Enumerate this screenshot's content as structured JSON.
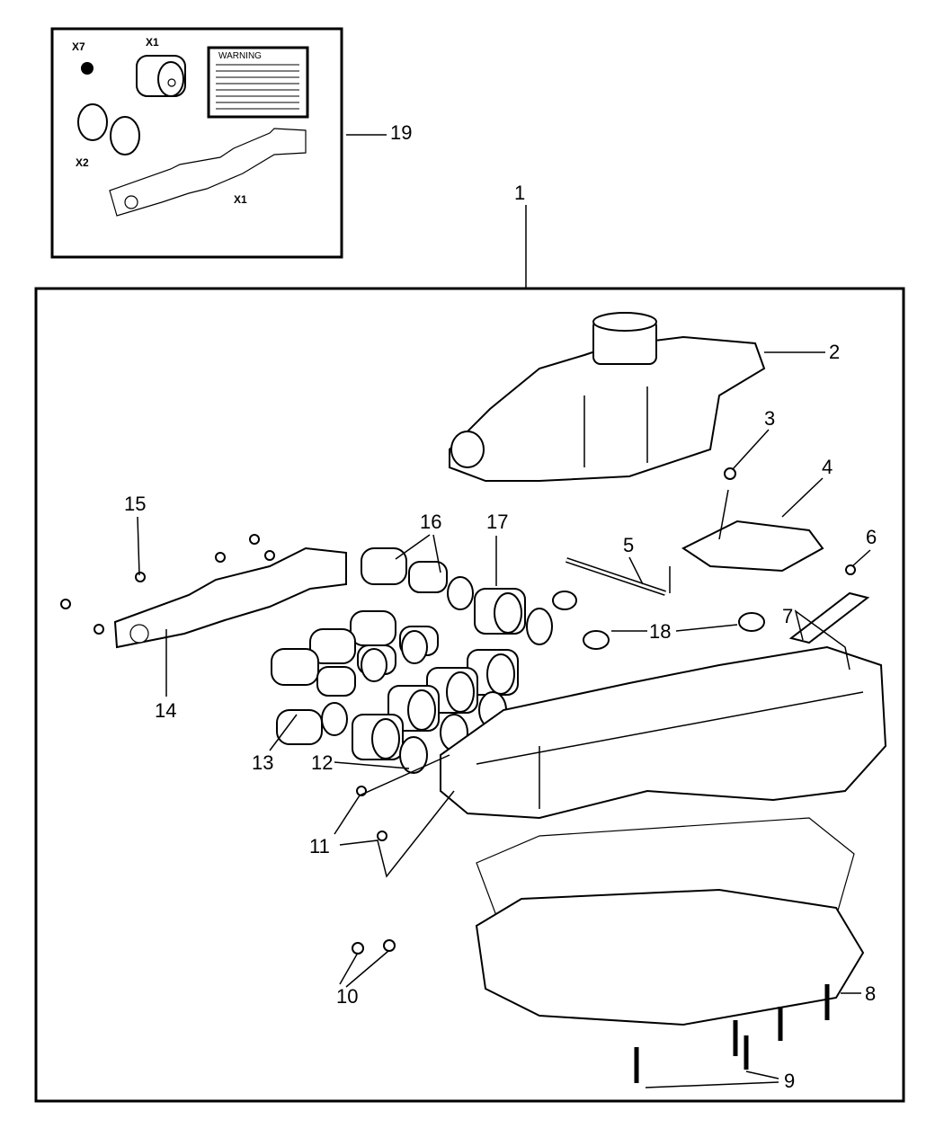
{
  "kit": {
    "callout": "19",
    "quantities": {
      "plug": "X7",
      "solenoid": "X1",
      "seals": "X2",
      "gasket": "X1"
    },
    "warning_title": "WARNING"
  },
  "callouts": [
    {
      "id": "1"
    },
    {
      "id": "2"
    },
    {
      "id": "3"
    },
    {
      "id": "4"
    },
    {
      "id": "5"
    },
    {
      "id": "6"
    },
    {
      "id": "7"
    },
    {
      "id": "8"
    },
    {
      "id": "9"
    },
    {
      "id": "10"
    },
    {
      "id": "11"
    },
    {
      "id": "12"
    },
    {
      "id": "13"
    },
    {
      "id": "14"
    },
    {
      "id": "15"
    },
    {
      "id": "16"
    },
    {
      "id": "17"
    },
    {
      "id": "18"
    }
  ]
}
